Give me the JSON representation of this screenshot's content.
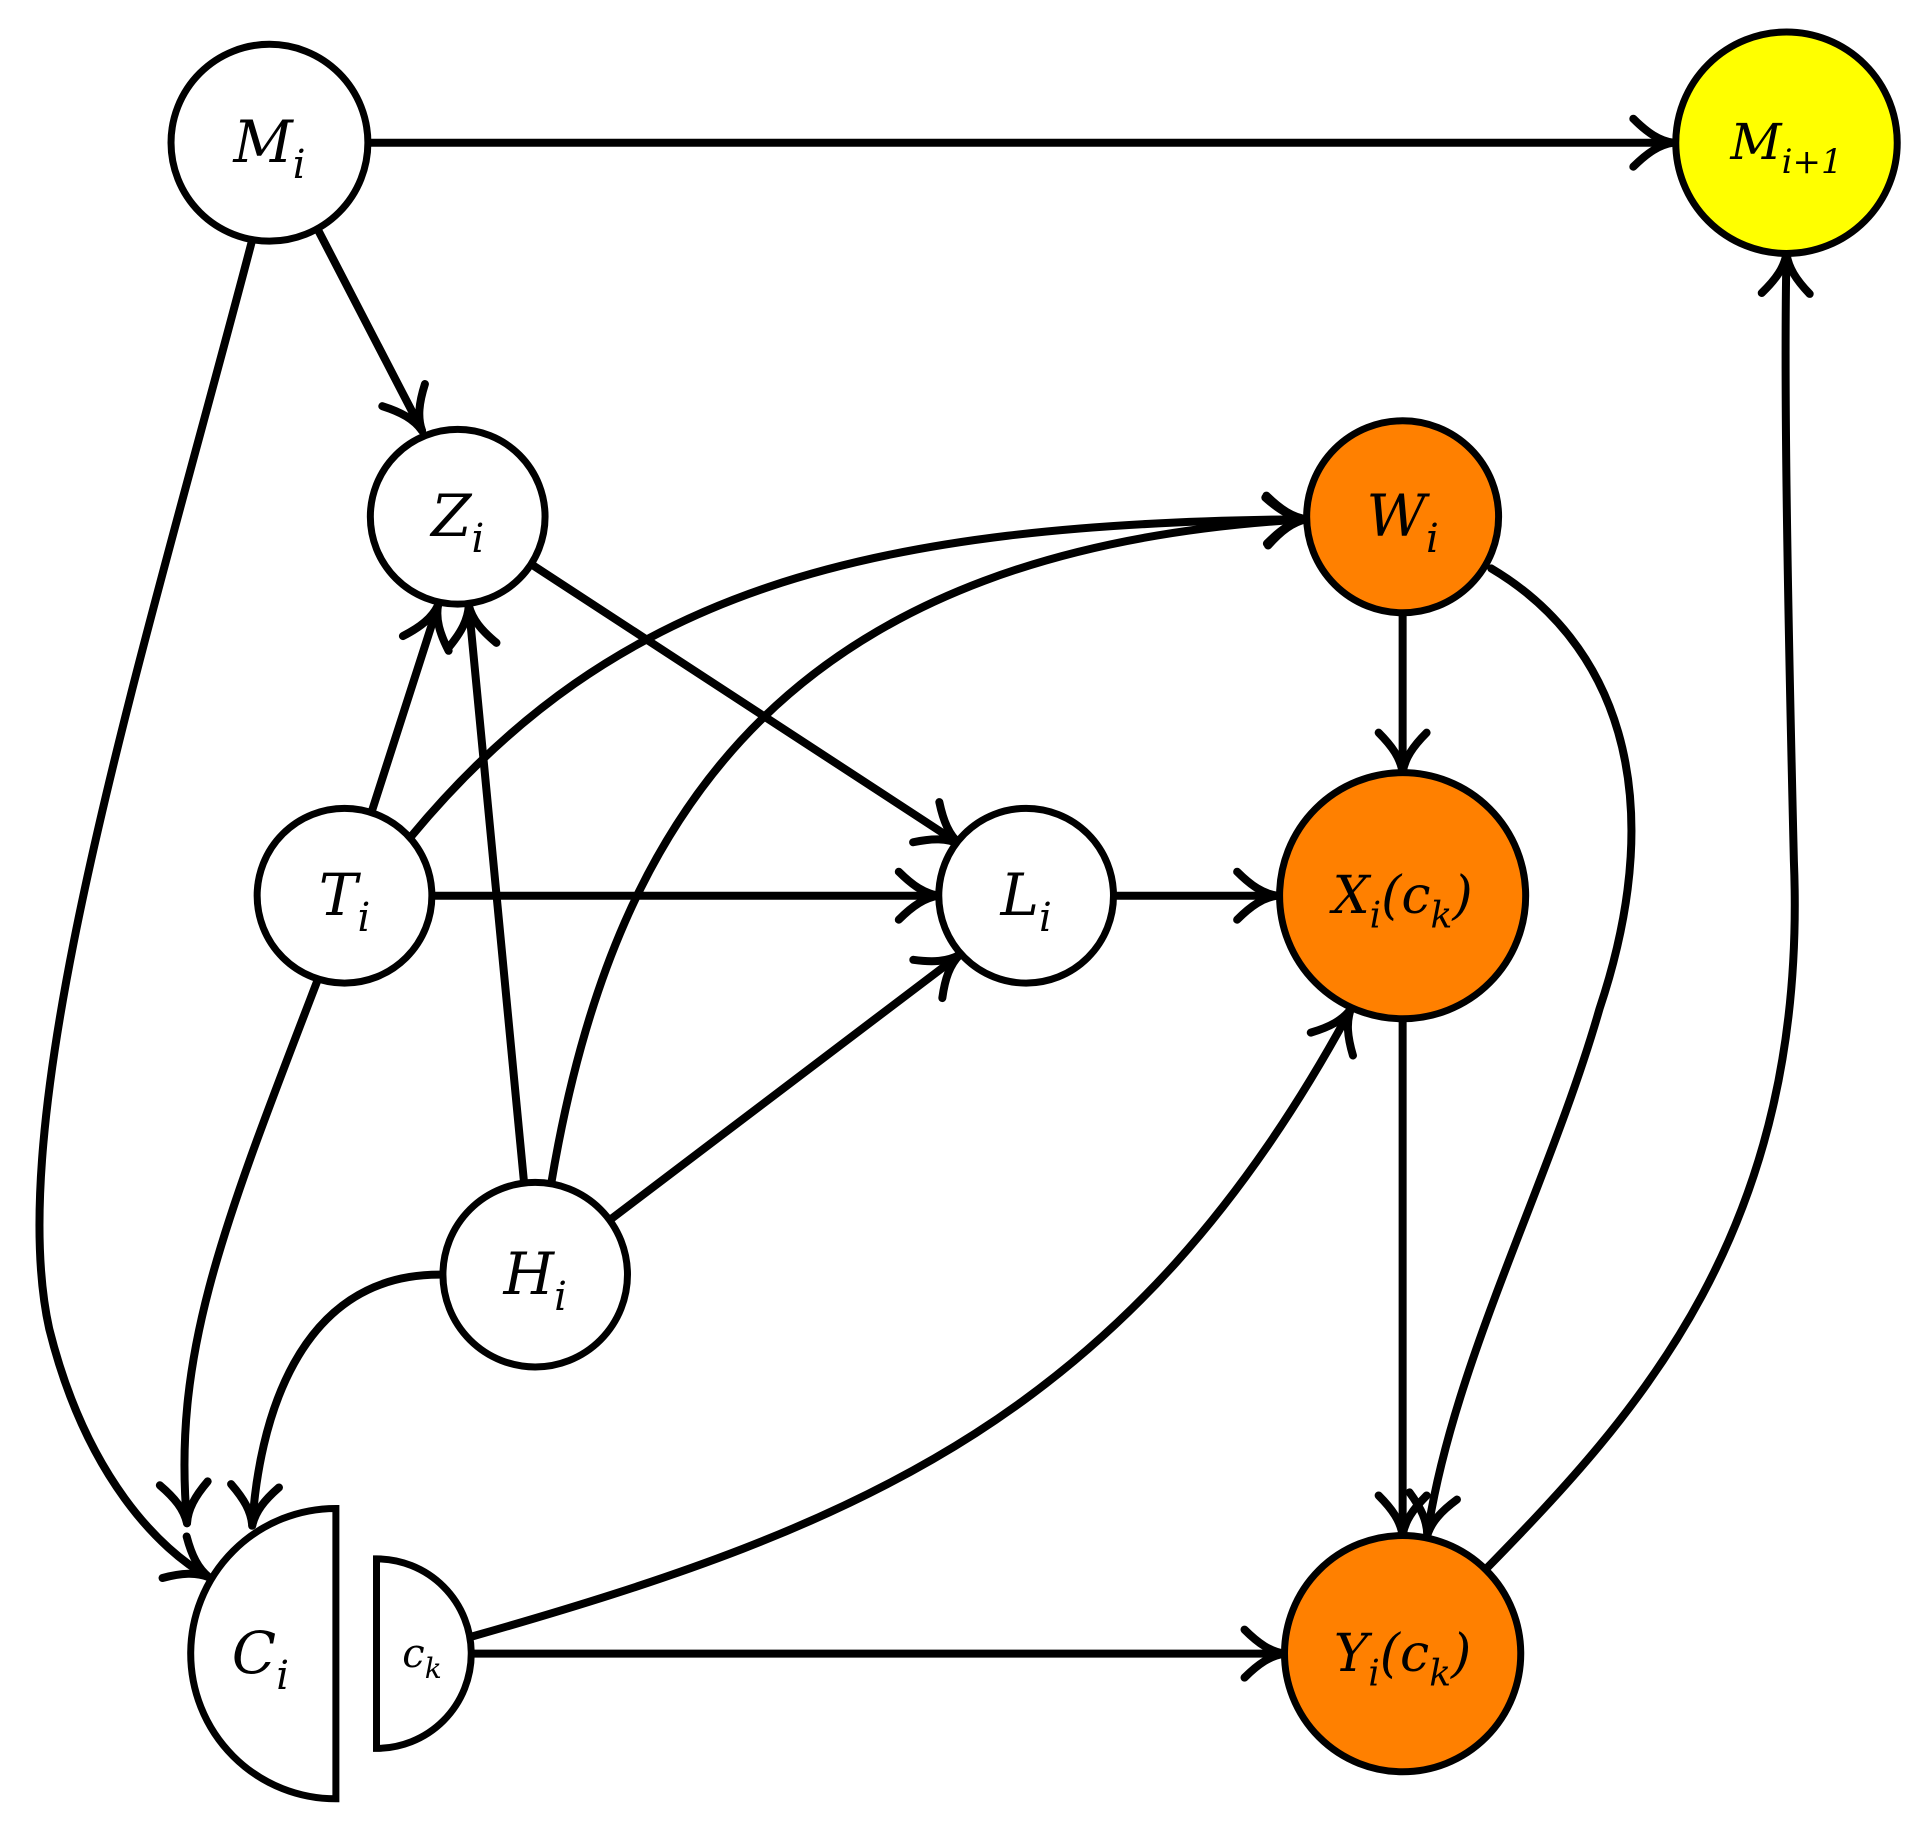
{
  "colors": {
    "white": "#ffffff",
    "orange": "#ff8000",
    "yellow": "#ffff00",
    "stroke": "#000000"
  },
  "nodes": {
    "M_i": {
      "base": "M",
      "sub": "i",
      "fill": "white"
    },
    "M_i1": {
      "base": "M",
      "sub": "i+1",
      "fill": "yellow"
    },
    "Z_i": {
      "base": "Z",
      "sub": "i",
      "fill": "white"
    },
    "W_i": {
      "base": "W",
      "sub": "i",
      "fill": "orange"
    },
    "T_i": {
      "base": "T",
      "sub": "i",
      "fill": "white"
    },
    "L_i": {
      "base": "L",
      "sub": "i",
      "fill": "white"
    },
    "X_i": {
      "base": "X",
      "sub": "i",
      "suffix": "(c",
      "suffix_sub": "k",
      "suffix_end": ")",
      "fill": "orange"
    },
    "H_i": {
      "base": "H",
      "sub": "i",
      "fill": "white"
    },
    "C_i": {
      "base": "C",
      "sub": "i",
      "fill": "white"
    },
    "c_k": {
      "base": "c",
      "sub": "k",
      "fill": "white"
    },
    "Y_i": {
      "base": "Y",
      "sub": "i",
      "suffix": "(c",
      "suffix_sub": "k",
      "suffix_end": ")",
      "fill": "orange"
    }
  },
  "edges": [
    {
      "from": "M_i",
      "to": "M_i1"
    },
    {
      "from": "M_i",
      "to": "Z_i"
    },
    {
      "from": "M_i",
      "to": "C_i"
    },
    {
      "from": "Z_i",
      "to": "L_i"
    },
    {
      "from": "T_i",
      "to": "Z_i"
    },
    {
      "from": "T_i",
      "to": "W_i"
    },
    {
      "from": "T_i",
      "to": "L_i"
    },
    {
      "from": "T_i",
      "to": "C_i"
    },
    {
      "from": "H_i",
      "to": "Z_i"
    },
    {
      "from": "H_i",
      "to": "W_i"
    },
    {
      "from": "H_i",
      "to": "L_i"
    },
    {
      "from": "H_i",
      "to": "C_i"
    },
    {
      "from": "L_i",
      "to": "X_i"
    },
    {
      "from": "W_i",
      "to": "X_i"
    },
    {
      "from": "W_i",
      "to": "Y_i"
    },
    {
      "from": "X_i",
      "to": "Y_i"
    },
    {
      "from": "c_k",
      "to": "X_i"
    },
    {
      "from": "c_k",
      "to": "Y_i"
    },
    {
      "from": "Y_i",
      "to": "M_i1"
    }
  ]
}
